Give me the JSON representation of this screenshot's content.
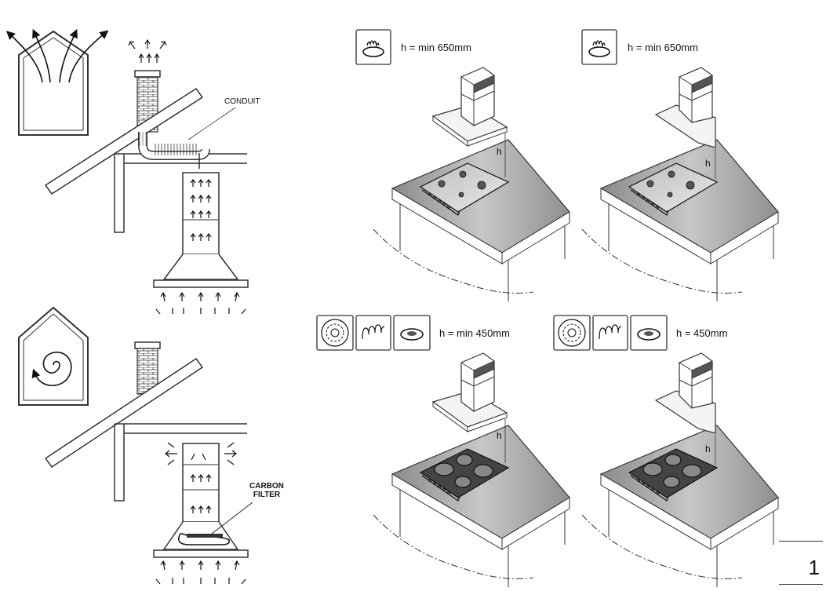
{
  "labels": {
    "conduit": "CONDUIT",
    "carbon_filter_line1": "CARBON",
    "carbon_filter_line2": "FILTER",
    "gas_height_1": "h = min 650mm",
    "gas_height_2": "h = min 650mm",
    "electric_height_1": "h = min 450mm",
    "electric_height_2": "h = 450mm",
    "h": "h",
    "page_number": "1"
  },
  "icons": {
    "gas": "gas-burner-icon",
    "radiant": "radiant-hob-icon",
    "halogen": "halogen-coil-icon",
    "induction": "induction-plate-icon"
  }
}
